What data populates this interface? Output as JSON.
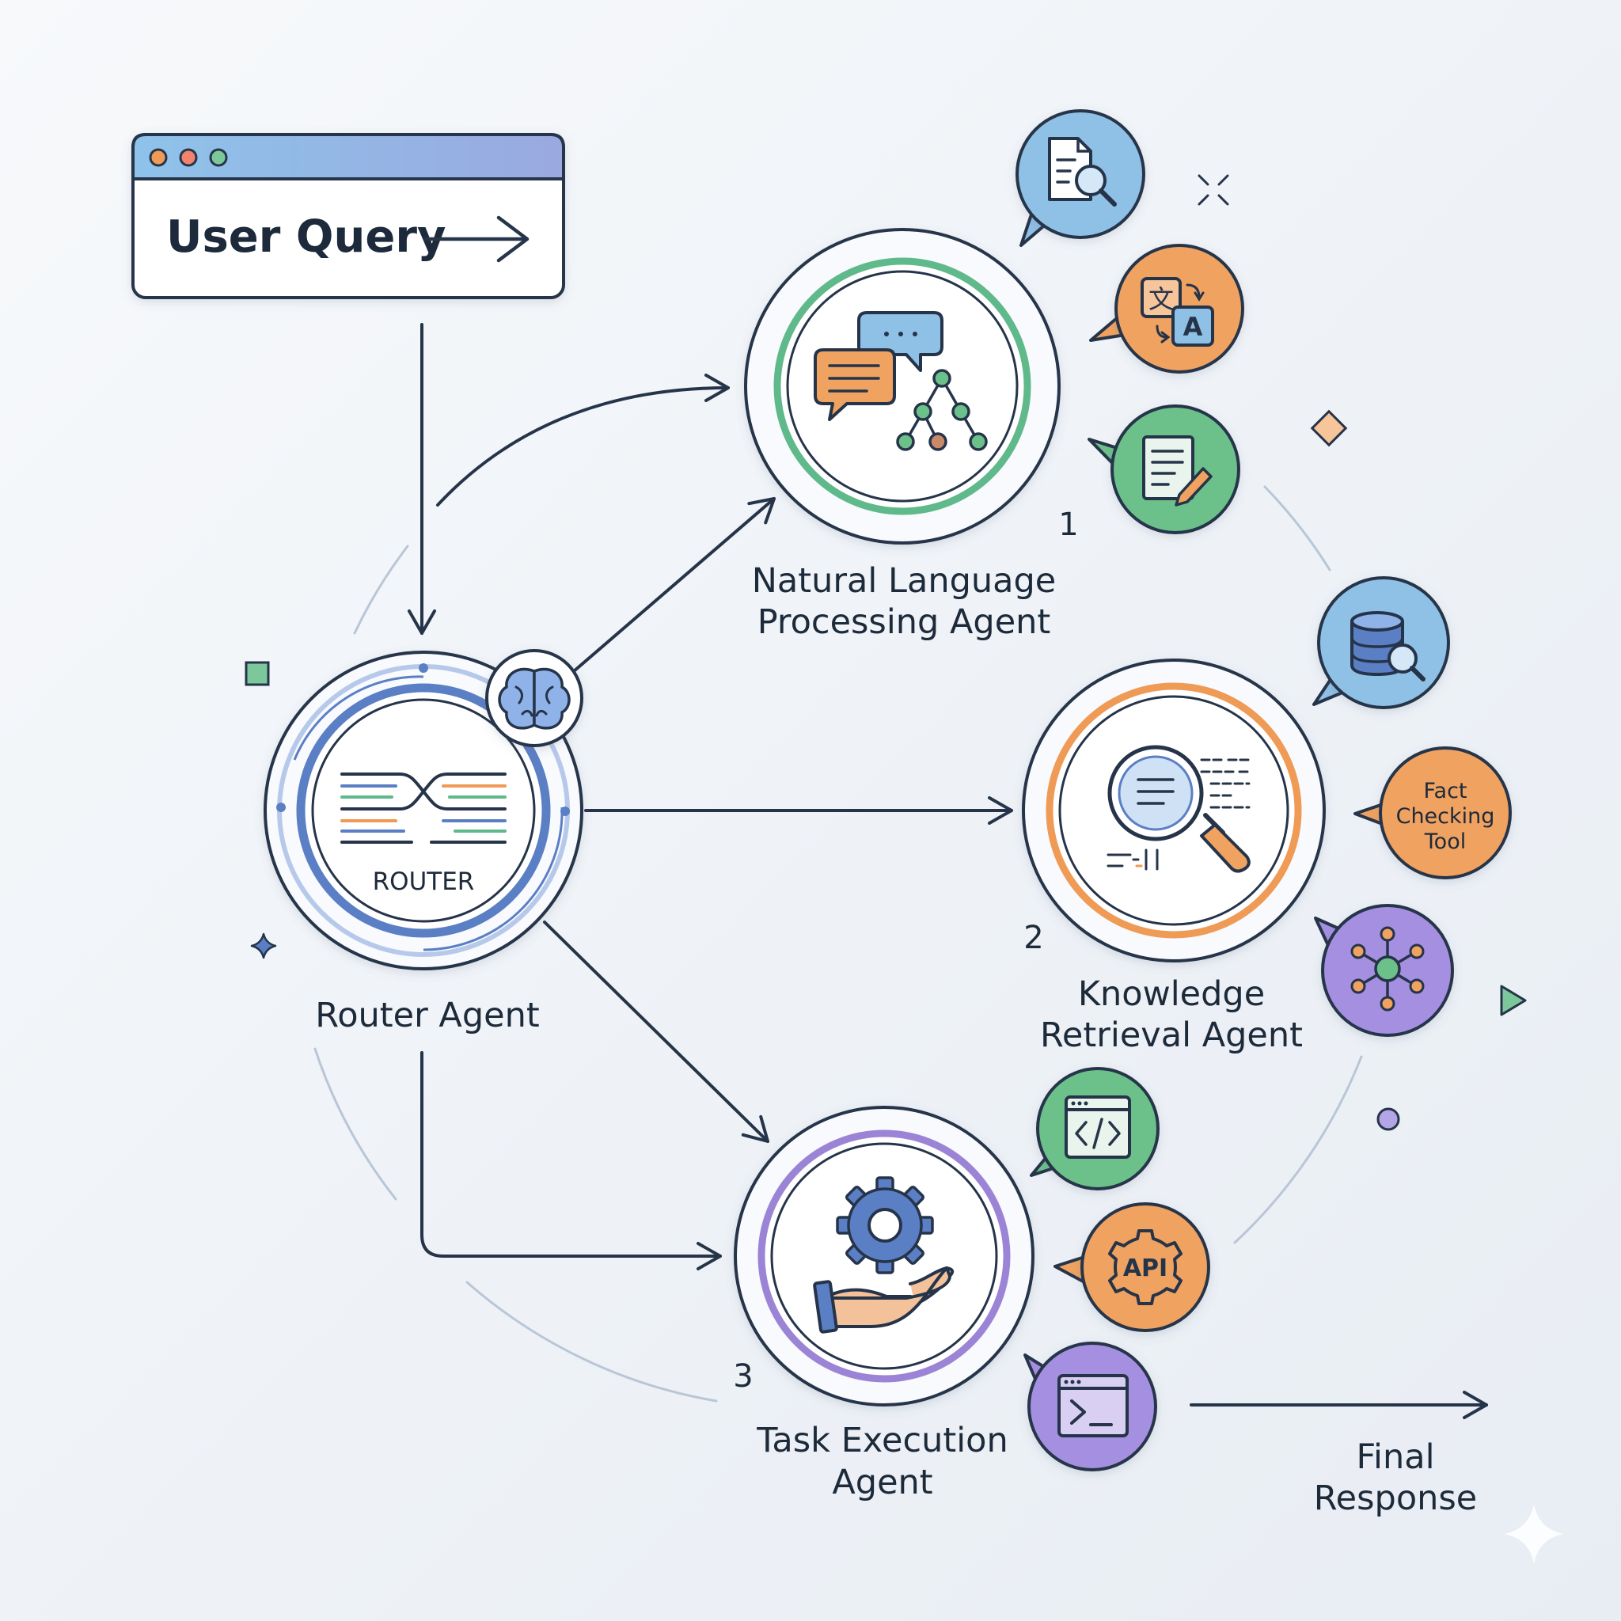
{
  "user_query": {
    "label": "User Query"
  },
  "router": {
    "inner_label": "ROUTER",
    "title": "Router Agent"
  },
  "agents": [
    {
      "number": "1",
      "line1": "Natural Language",
      "line2": "Processing Agent",
      "accent": "#5fb98a"
    },
    {
      "number": "2",
      "line1": "Knowledge",
      "line2": "Retrieval Agent",
      "accent": "#ef9a55"
    },
    {
      "number": "3",
      "line1": "Task Execution",
      "line2": "Agent",
      "accent": "#9b84d6"
    }
  ],
  "tools": {
    "nlp": [
      {
        "icon": "document-search-icon",
        "color": "#8fc0e6"
      },
      {
        "icon": "translate-icon",
        "color": "#f0a260"
      },
      {
        "icon": "document-edit-icon",
        "color": "#6cc08a"
      }
    ],
    "retrieval": [
      {
        "icon": "database-search-icon",
        "color": "#8fc0e6"
      },
      {
        "icon": "text-bubble",
        "color": "#f0a260",
        "line1": "Fact",
        "line2": "Checking",
        "line3": "Tool"
      },
      {
        "icon": "network-icon",
        "color": "#a58fe0"
      }
    ],
    "execution": [
      {
        "icon": "code-window-icon",
        "color": "#6cc08a"
      },
      {
        "icon": "api-gear-icon",
        "color": "#f0a260",
        "text": "API"
      },
      {
        "icon": "terminal-icon",
        "color": "#a58fe0"
      }
    ]
  },
  "final_response": {
    "line1": "Final",
    "line2": "Response"
  },
  "colors": {
    "ink": "#1d2a3a",
    "router_blue": "#5b7fc4",
    "green": "#5fb98a",
    "orange": "#ef9a55",
    "purple": "#9b84d6",
    "light_blue": "#8fc0e6"
  }
}
